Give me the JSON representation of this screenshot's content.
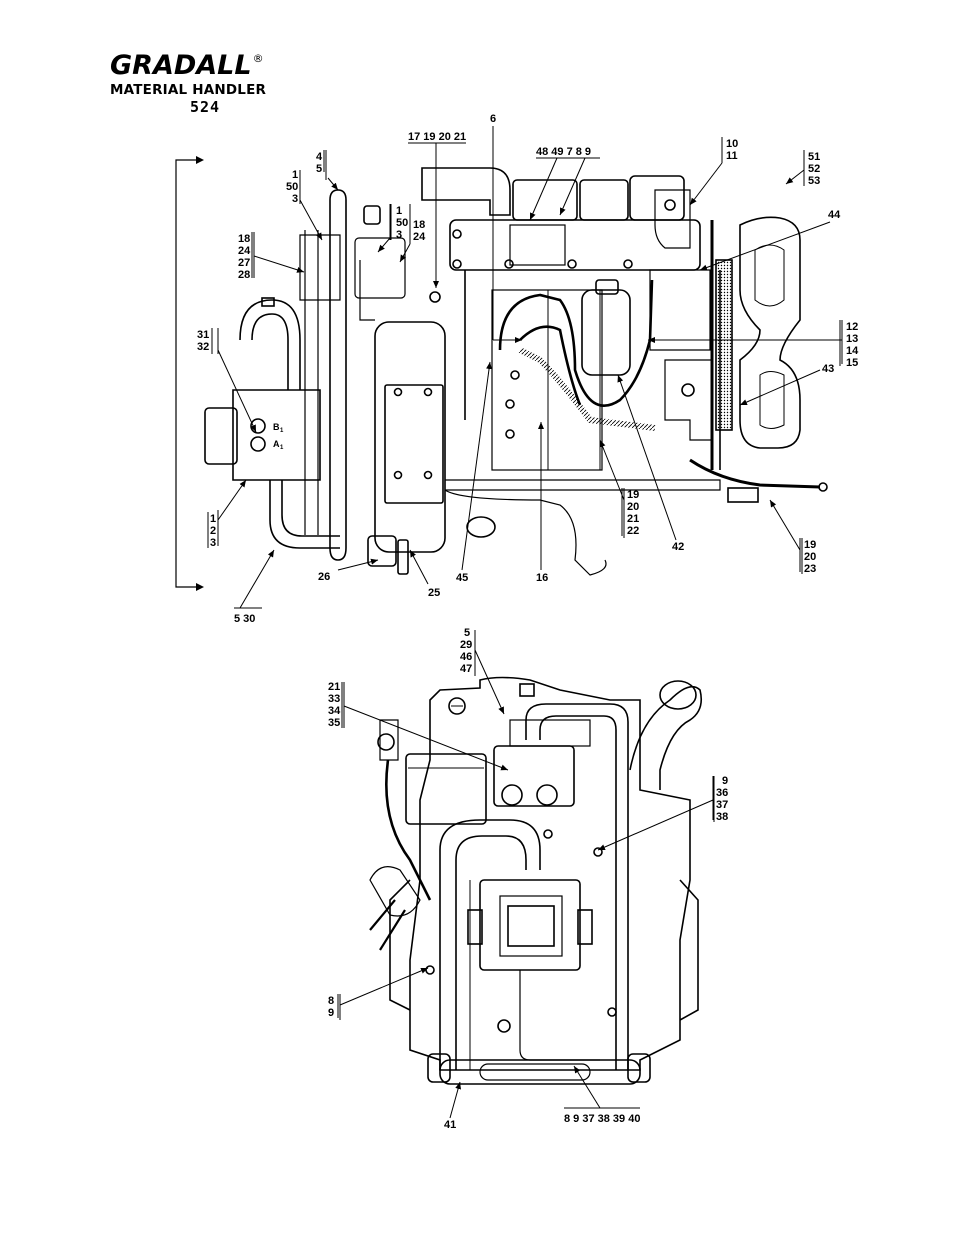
{
  "header": {
    "brand": "GRADALL",
    "registered_mark": "®",
    "product_line": "MATERIAL HANDLER",
    "model": "524"
  },
  "side_view_callouts": {
    "c_4_5": [
      "4",
      "5"
    ],
    "c_1_50_3_left": [
      "1",
      "50",
      "3"
    ],
    "c_1_50_3_right": [
      "1",
      "50",
      "3"
    ],
    "c_18_24_right": [
      "18",
      "24"
    ],
    "c_18_24_27_28": [
      "18",
      "24",
      "27",
      "28"
    ],
    "c_17_19_20_21": "17 19 20 21",
    "c_6": "6",
    "c_48_49_7_8_9": "48 49  7 8 9",
    "c_10_11": [
      "10",
      "11"
    ],
    "c_51_52_53": [
      "51",
      "52",
      "53"
    ],
    "c_44": "44",
    "c_31_32": [
      "31",
      "32"
    ],
    "c_12_13_14_15": [
      "12",
      "13",
      "14",
      "15"
    ],
    "c_43": "43",
    "c_1_2_3": [
      "1",
      "2",
      "3"
    ],
    "c_19_20_21_22": [
      "19",
      "20",
      "21",
      "22"
    ],
    "c_19_20_23": [
      "19",
      "20",
      "23"
    ],
    "c_42": "42",
    "c_26": "26",
    "c_25": "25",
    "c_45": "45",
    "c_16": "16",
    "c_5_30": "5  30",
    "port_b1": "B",
    "port_a1": "A",
    "port_sub": "1"
  },
  "front_view_callouts": {
    "c_5_29_46_47": [
      "5",
      "29",
      "46",
      "47"
    ],
    "c_21_33_34_35": [
      "21",
      "33",
      "34",
      "35"
    ],
    "c_9_36_37_38": [
      "9",
      "36",
      "37",
      "38"
    ],
    "c_8_9": [
      "8",
      "9"
    ],
    "c_41": "41",
    "c_8_9_37_38_39_40": "8 9 37 38 39 40"
  }
}
